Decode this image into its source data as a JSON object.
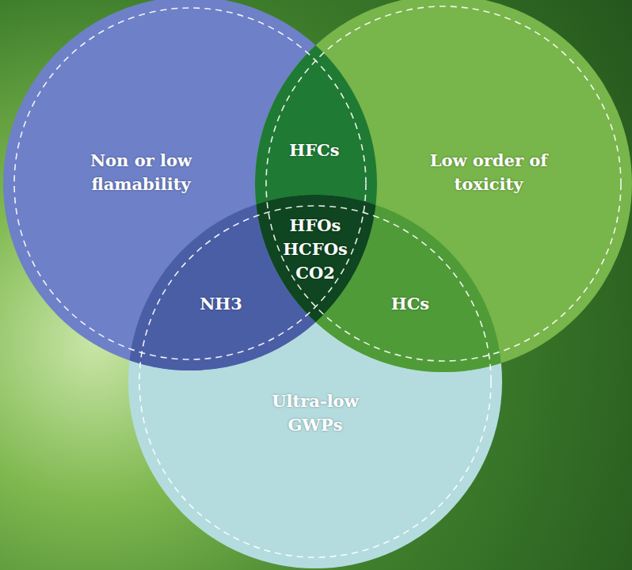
{
  "diagram": {
    "nodes": [
      {
        "text": [
          "Non or low flamability"
        ]
      },
      {
        "text": [
          "Low order of toxicity"
        ]
      },
      {
        "text": [
          "Ultra-low GWPs"
        ]
      }
    ],
    "labels": [
      "HFCs",
      "HFOs HCFOs CO2",
      "NH3",
      "HCs"
    ]
  }
}
